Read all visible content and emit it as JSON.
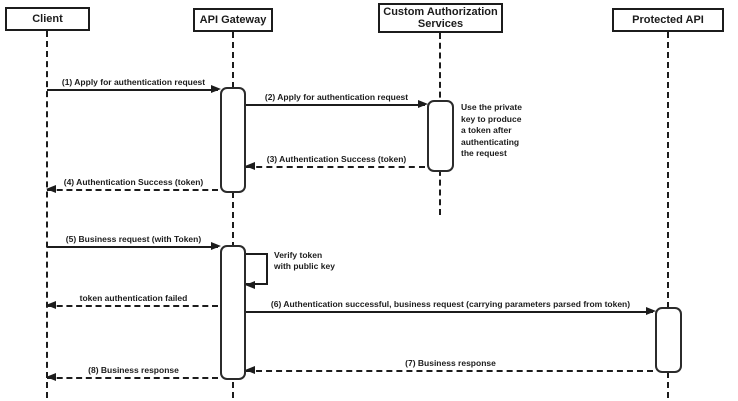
{
  "diagram": {
    "kind": "sequence-diagram",
    "colors": {
      "line": "#1c1c1c",
      "background": "#ffffff"
    }
  },
  "actors": [
    {
      "name": "Client"
    },
    {
      "name": "API Gateway"
    },
    {
      "name": "Custom Authorization Services"
    },
    {
      "name": "Protected API"
    }
  ],
  "messages": [
    {
      "label": "(1) Apply for authentication request",
      "from": "Client",
      "to": "API Gateway",
      "style": "solid"
    },
    {
      "label": "(2) Apply for authentication request",
      "from": "API Gateway",
      "to": "Custom Authorization Services",
      "style": "solid"
    },
    {
      "label": "(3) Authentication Success (token)",
      "from": "Custom Authorization Services",
      "to": "API Gateway",
      "style": "dashed"
    },
    {
      "label": "(4) Authentication Success (token)",
      "from": "API Gateway",
      "to": "Client",
      "style": "dashed"
    },
    {
      "label": "(5) Business request (with Token)",
      "from": "Client",
      "to": "API Gateway",
      "style": "solid"
    },
    {
      "label": "Verify token\nwith public key",
      "from": "API Gateway",
      "to": "API Gateway",
      "style": "self"
    },
    {
      "label": "token authentication failed",
      "from": "API Gateway",
      "to": "Client",
      "style": "dashed"
    },
    {
      "label": "(6) Authentication successful, business request (carrying parameters parsed from token)",
      "from": "API Gateway",
      "to": "Protected API",
      "style": "solid"
    },
    {
      "label": "(7) Business response",
      "from": "Protected API",
      "to": "API Gateway",
      "style": "dashed"
    },
    {
      "label": "(8) Business response",
      "from": "API Gateway",
      "to": "Client",
      "style": "dashed"
    }
  ],
  "notes": [
    {
      "text": "Use the private key to produce a token after authenticating the request"
    }
  ]
}
